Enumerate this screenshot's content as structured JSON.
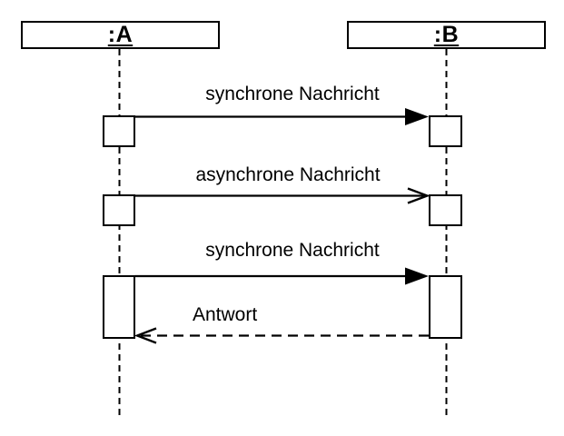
{
  "diagram": {
    "type": "uml-sequence-diagram",
    "background_color": "#ffffff",
    "line_color": "#000000",
    "lifelines": [
      {
        "id": "A",
        "label": ":A",
        "activation_count": 3
      },
      {
        "id": "B",
        "label": ":B",
        "activation_count": 3
      }
    ],
    "messages": [
      {
        "order": 1,
        "from": ":A",
        "to": ":B",
        "label": "synchrone Nachricht",
        "kind": "synchronous",
        "line_style": "solid",
        "arrowhead": "filled-triangle"
      },
      {
        "order": 2,
        "from": ":A",
        "to": ":B",
        "label": "asynchrone Nachricht",
        "kind": "asynchronous",
        "line_style": "solid",
        "arrowhead": "open"
      },
      {
        "order": 3,
        "from": ":A",
        "to": ":B",
        "label": "synchrone Nachricht",
        "kind": "synchronous",
        "line_style": "solid",
        "arrowhead": "filled-triangle"
      },
      {
        "order": 4,
        "from": ":B",
        "to": ":A",
        "label": "Antwort",
        "kind": "reply",
        "line_style": "dashed",
        "arrowhead": "open"
      }
    ]
  }
}
